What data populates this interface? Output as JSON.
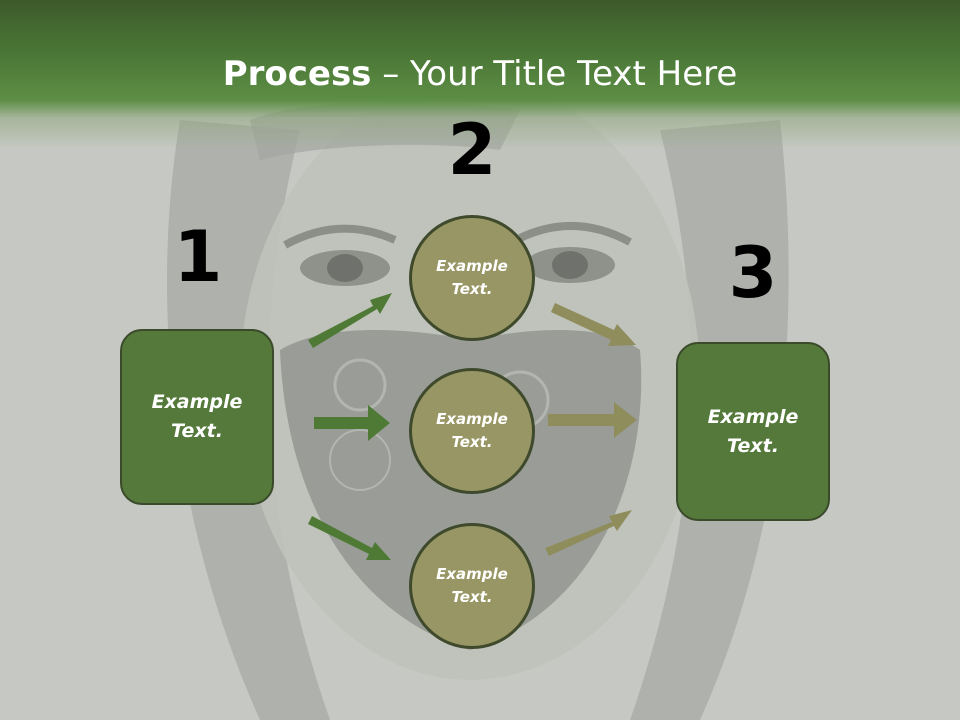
{
  "slide": {
    "title_bold": "Process",
    "title_rest": " – Your Title Text Here"
  },
  "steps": {
    "n1": "1",
    "n2": "2",
    "n3": "3"
  },
  "left_box": {
    "label": "Example\nText."
  },
  "right_box": {
    "label": "Example\nText."
  },
  "circles": [
    {
      "label": "Example\nText."
    },
    {
      "label": "Example\nText."
    },
    {
      "label": "Example\nText."
    }
  ],
  "colors": {
    "header": "#4d7a38",
    "box": "#54793a",
    "circle": "#989664",
    "arrow_green": "#4f7a35",
    "arrow_olive": "#8f8d5c"
  }
}
